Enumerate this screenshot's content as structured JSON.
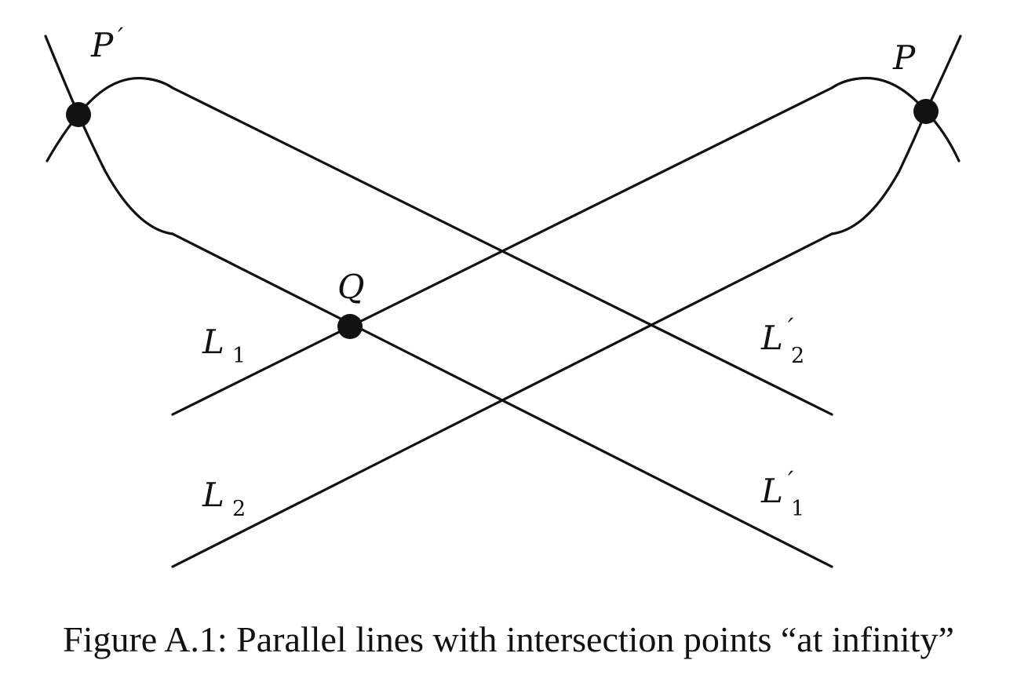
{
  "caption": "Figure A.1: Parallel lines with intersection points “at infinity”",
  "labels": {
    "p_prime": {
      "letter": "P",
      "mark": "′"
    },
    "p": {
      "letter": "P"
    },
    "q": {
      "letter": "Q"
    },
    "l1": {
      "letter": "L",
      "sub": "1"
    },
    "l2": {
      "letter": "L",
      "sub": "2"
    },
    "l1_prime": {
      "letter": "L",
      "mark": "′",
      "sub": "1"
    },
    "l2_prime": {
      "letter": "L",
      "mark": "′",
      "sub": "2"
    }
  }
}
